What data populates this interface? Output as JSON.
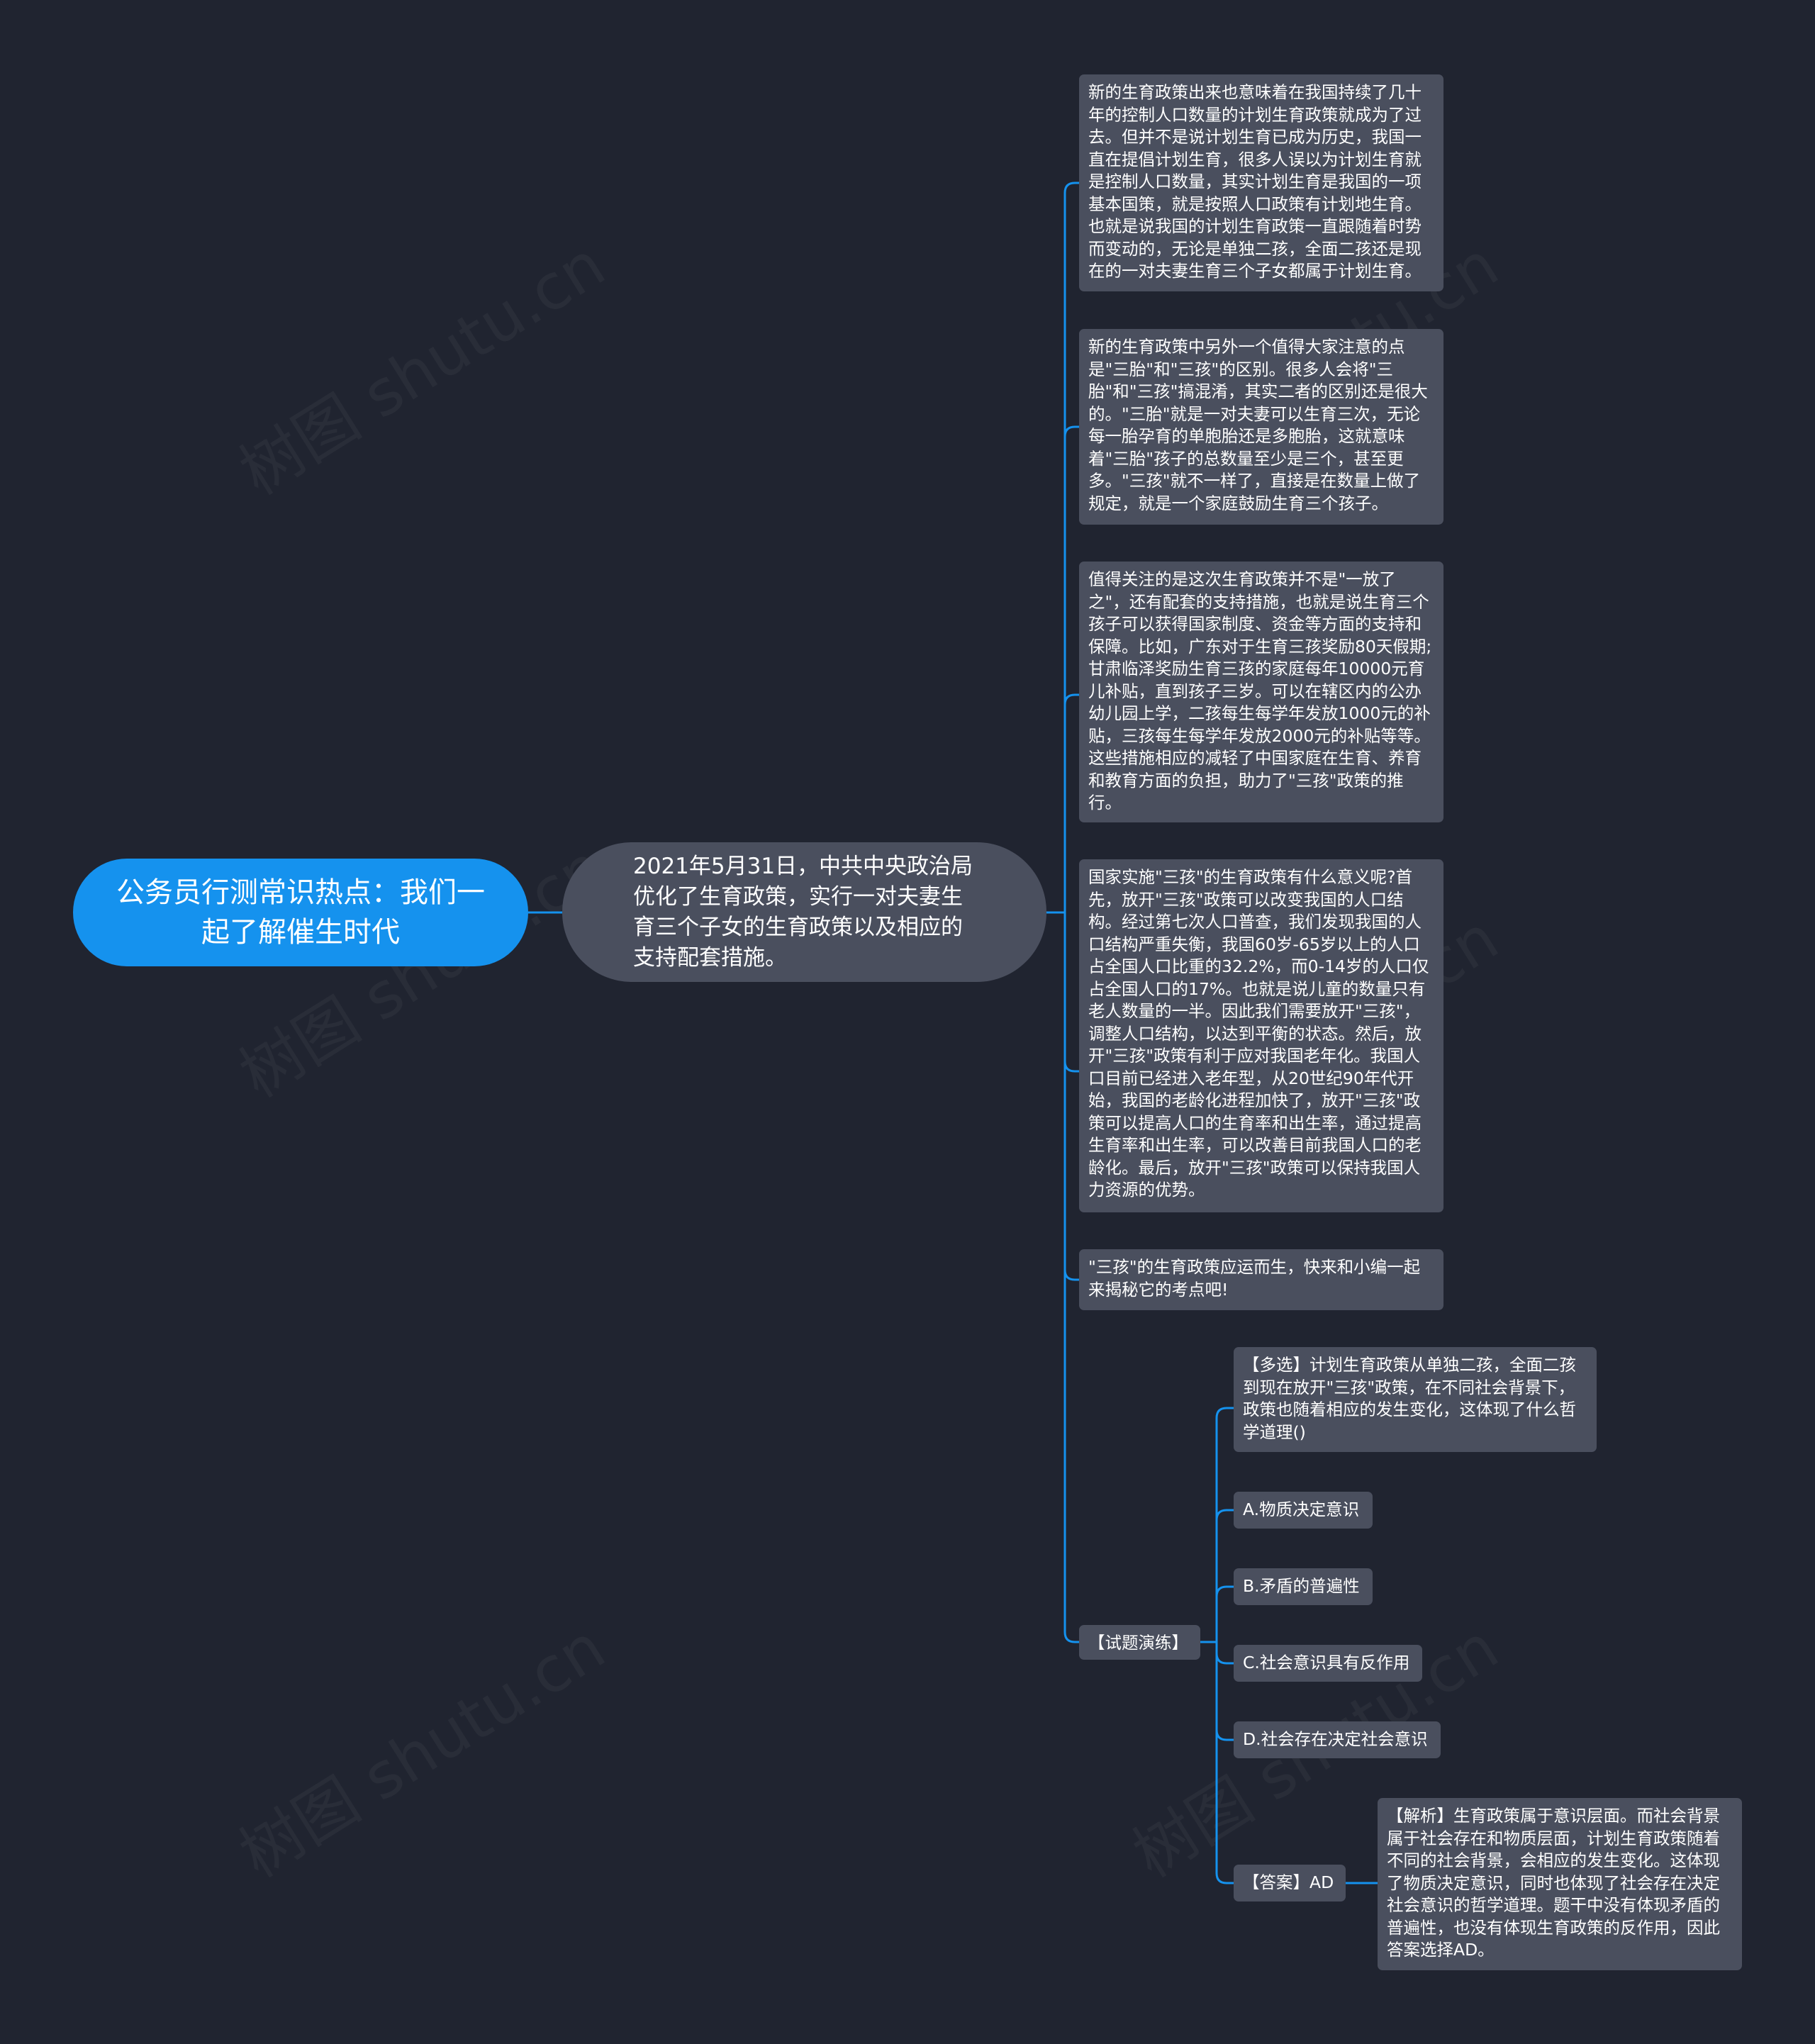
{
  "root": {
    "title": "公务员行测常识热点：我们一起了解催生时代"
  },
  "topic": {
    "text": "2021年5月31日，中共中央政治局优化了生育政策，实行一对夫妻生育三个子女的生育政策以及相应的支持配套措施。"
  },
  "leaves": [
    "新的生育政策出来也意味着在我国持续了几十年的控制人口数量的计划生育政策就成为了过去。但并不是说计划生育已成为历史，我国一直在提倡计划生育，很多人误以为计划生育就是控制人口数量，其实计划生育是我国的一项基本国策，就是按照人口政策有计划地生育。也就是说我国的计划生育政策一直跟随着时势而变动的，无论是单独二孩，全面二孩还是现在的一对夫妻生育三个子女都属于计划生育。",
    "新的生育政策中另外一个值得大家注意的点是\"三胎\"和\"三孩\"的区别。很多人会将\"三胎\"和\"三孩\"搞混淆，其实二者的区别还是很大的。\"三胎\"就是一对夫妻可以生育三次，无论每一胎孕育的单胞胎还是多胞胎，这就意味着\"三胎\"孩子的总数量至少是三个，甚至更多。\"三孩\"就不一样了，直接是在数量上做了规定，就是一个家庭鼓励生育三个孩子。",
    "值得关注的是这次生育政策并不是\"一放了之\"，还有配套的支持措施，也就是说生育三个孩子可以获得国家制度、资金等方面的支持和保障。比如，广东对于生育三孩奖励80天假期;甘肃临泽奖励生育三孩的家庭每年10000元育儿补贴，直到孩子三岁。可以在辖区内的公办幼儿园上学，二孩每生每学年发放1000元的补贴，三孩每生每学年发放2000元的补贴等等。这些措施相应的减轻了中国家庭在生育、养育和教育方面的负担，助力了\"三孩\"政策的推行。",
    "国家实施\"三孩\"的生育政策有什么意义呢?首先，放开\"三孩\"政策可以改变我国的人口结构。经过第七次人口普查，我们发现我国的人口结构严重失衡，我国60岁-65岁以上的人口占全国人口比重的32.2%，而0-14岁的人口仅占全国人口的17%。也就是说儿童的数量只有老人数量的一半。因此我们需要放开\"三孩\"，调整人口结构，以达到平衡的状态。然后，放开\"三孩\"政策有利于应对我国老年化。我国人口目前已经进入老年型，从20世纪90年代开始，我国的老龄化进程加快了，放开\"三孩\"政策可以提高人口的生育率和出生率，通过提高生育率和出生率，可以改善目前我国人口的老龄化。最后，放开\"三孩\"政策可以保持我国人力资源的优势。",
    "\"三孩\"的生育政策应运而生，快来和小编一起来揭秘它的考点吧!"
  ],
  "quiz": {
    "label": "【试题演练】",
    "question": "【多选】计划生育政策从单独二孩，全面二孩到现在放开\"三孩\"政策，在不同社会背景下，政策也随着相应的发生变化，这体现了什么哲学道理()",
    "options": [
      "A.物质决定意识",
      "B.矛盾的普遍性",
      "C.社会意识具有反作用",
      "D.社会存在决定社会意识"
    ],
    "answer": "【答案】AD",
    "analysis": "【解析】生育政策属于意识层面。而社会背景属于社会存在和物质层面，计划生育政策随着不同的社会背景，会相应的发生变化。这体现了物质决定意识，同时也体现了社会存在决定社会意识的哲学道理。题干中没有体现矛盾的普遍性，也没有体现生育政策的反作用，因此答案选择AD。"
  },
  "colors": {
    "background": "#202430",
    "root": "#1592ee",
    "node": "#4a4f5e",
    "line": "#1592ee"
  }
}
